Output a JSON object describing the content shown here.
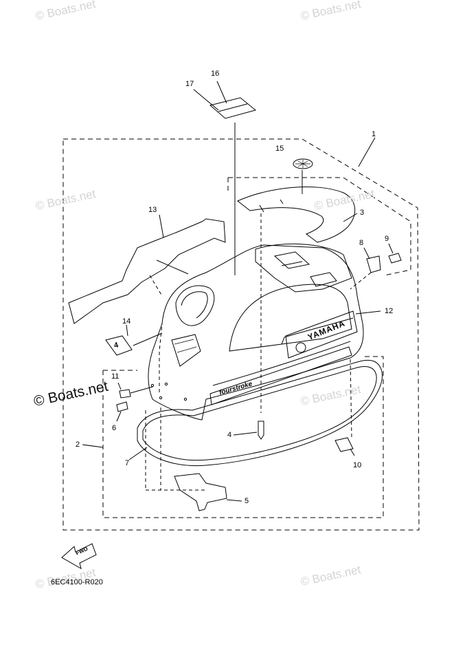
{
  "watermark": {
    "text": "© Boats.net",
    "bold_text": "© Boats.net"
  },
  "callouts": [
    "1",
    "2",
    "3",
    "4",
    "5",
    "6",
    "7",
    "8",
    "9",
    "10",
    "11",
    "12",
    "13",
    "14",
    "15",
    "16",
    "17"
  ],
  "cover": {
    "brand_text": "YAMAHA",
    "model_text": "fourstroke",
    "decal_number": "4"
  },
  "direction_label": "FWD",
  "diagram_code": "6EC4100-R020",
  "colors": {
    "line": "#000000",
    "watermark": "#d4d4d4"
  }
}
